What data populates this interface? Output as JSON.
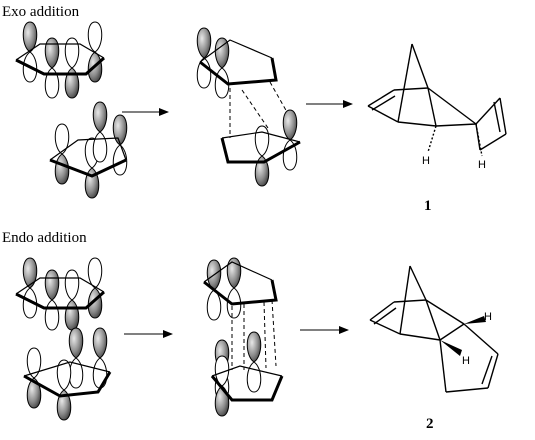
{
  "sections": {
    "exo": {
      "title": "Exo addition",
      "product_number": "1",
      "h_labels": [
        "H",
        "H"
      ]
    },
    "endo": {
      "title": "Endo addition",
      "product_number": "2",
      "h_labels": [
        "H",
        "H"
      ]
    }
  },
  "colors": {
    "ink": "#000000",
    "lobe_fill": "#8a8a8a",
    "lobe_empty": "#ffffff"
  }
}
